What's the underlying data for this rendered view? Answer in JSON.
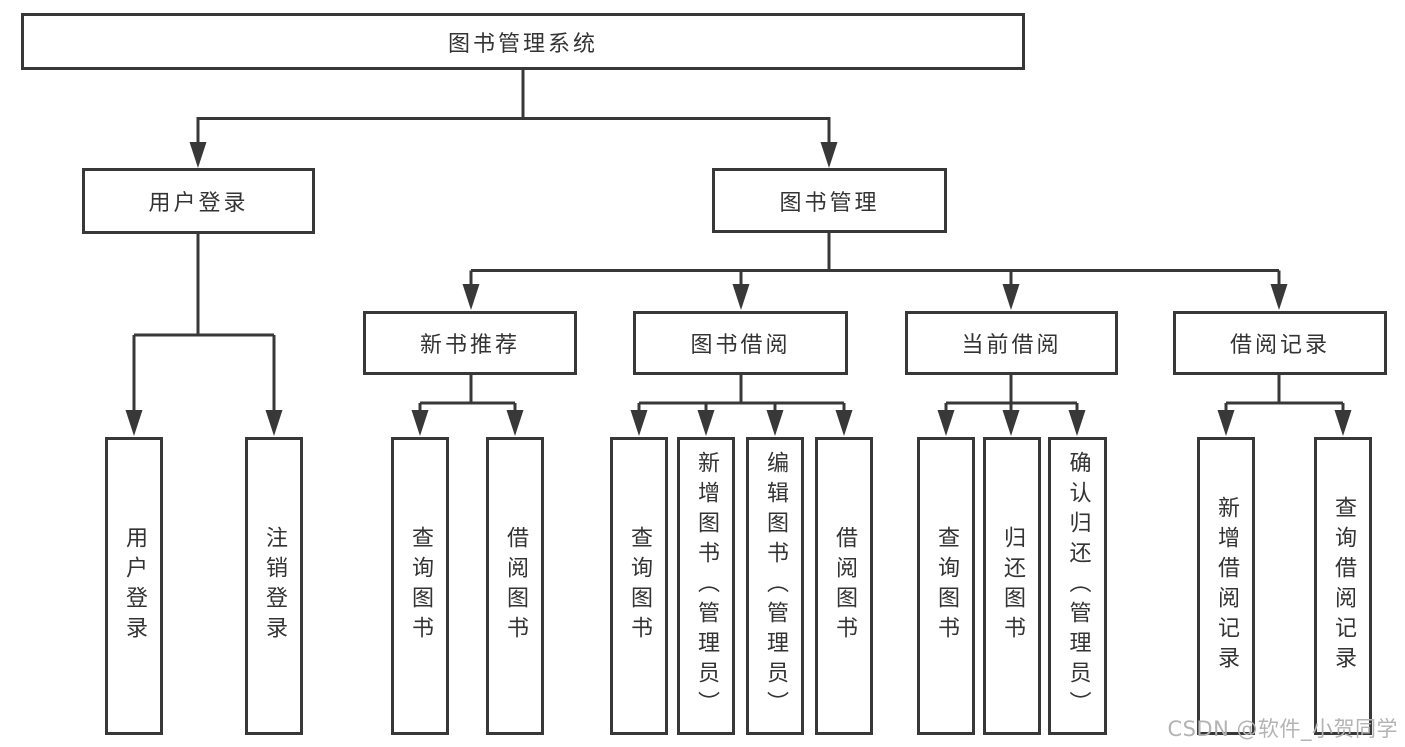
{
  "colors": {
    "line": "#383838",
    "border": "#383838",
    "text": "#333333",
    "background": "#ffffff",
    "watermark": "#b3b3b3"
  },
  "diagram": {
    "root": {
      "label": "图书管理系统"
    },
    "user_login": {
      "label": "用户登录",
      "children": [
        {
          "label": "用户登录"
        },
        {
          "label": "注销登录"
        }
      ]
    },
    "book_management": {
      "label": "图书管理",
      "branches": [
        {
          "label": "新书推荐",
          "children": [
            {
              "label": "查询图书"
            },
            {
              "label": "借阅图书"
            }
          ]
        },
        {
          "label": "图书借阅",
          "children": [
            {
              "label": "查询图书"
            },
            {
              "label": "新增图书（管理员）"
            },
            {
              "label": "编辑图书（管理员）"
            },
            {
              "label": "借阅图书"
            }
          ]
        },
        {
          "label": "当前借阅",
          "children": [
            {
              "label": "查询图书"
            },
            {
              "label": "归还图书"
            },
            {
              "label": "确认归还（管理员）"
            }
          ]
        },
        {
          "label": "借阅记录",
          "children": [
            {
              "label": "新增借阅记录"
            },
            {
              "label": "查询借阅记录"
            }
          ]
        }
      ]
    }
  },
  "watermark": {
    "text": "CSDN @软件_小贺同学"
  }
}
